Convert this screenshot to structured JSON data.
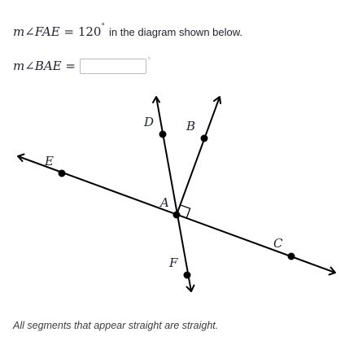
{
  "given": {
    "m": "m",
    "angle_symbol": "∠",
    "angle_name": "FAE",
    "equals": "=",
    "value": "120",
    "degree": "°",
    "text": "in the diagram shown below."
  },
  "question": {
    "m": "m",
    "angle_symbol": "∠",
    "angle_name": "BAE",
    "equals": "=",
    "answer_value": "",
    "degree": "°"
  },
  "diagram": {
    "labels": {
      "A": "A",
      "B": "B",
      "C": "C",
      "D": "D",
      "E": "E",
      "F": "F"
    },
    "right_angle_marker": "BAC"
  },
  "footnote": "All segments that appear straight are straight."
}
